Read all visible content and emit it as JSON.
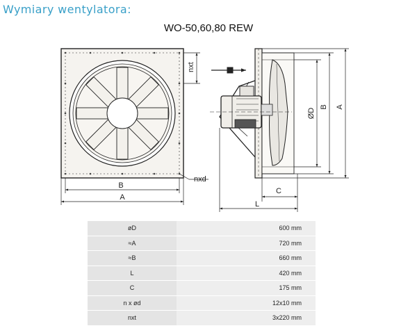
{
  "heading": "Wymiary wentylatora:",
  "model": "WO-50,60,80 REW",
  "drawing_labels": {
    "B_front": "B",
    "A_front": "A",
    "nxd": "nxd",
    "nxt": "nxt",
    "OD": "ØD",
    "B_side": "B",
    "A_side": "A",
    "C": "C",
    "L": "L"
  },
  "specs": [
    {
      "label": "øD",
      "value": "600 mm"
    },
    {
      "label": "≈A",
      "value": "720 mm"
    },
    {
      "label": "≈B",
      "value": "660 mm"
    },
    {
      "label": "L",
      "value": "420 mm"
    },
    {
      "label": "C",
      "value": "175 mm"
    },
    {
      "label": "n x ød",
      "value": "12x10 mm"
    },
    {
      "label": "nxt",
      "value": "3x220 mm"
    }
  ],
  "colors": {
    "heading": "#3aa0c8",
    "row_label_bg": "#e4e4e4",
    "row_value_bg": "#eeeeee"
  }
}
